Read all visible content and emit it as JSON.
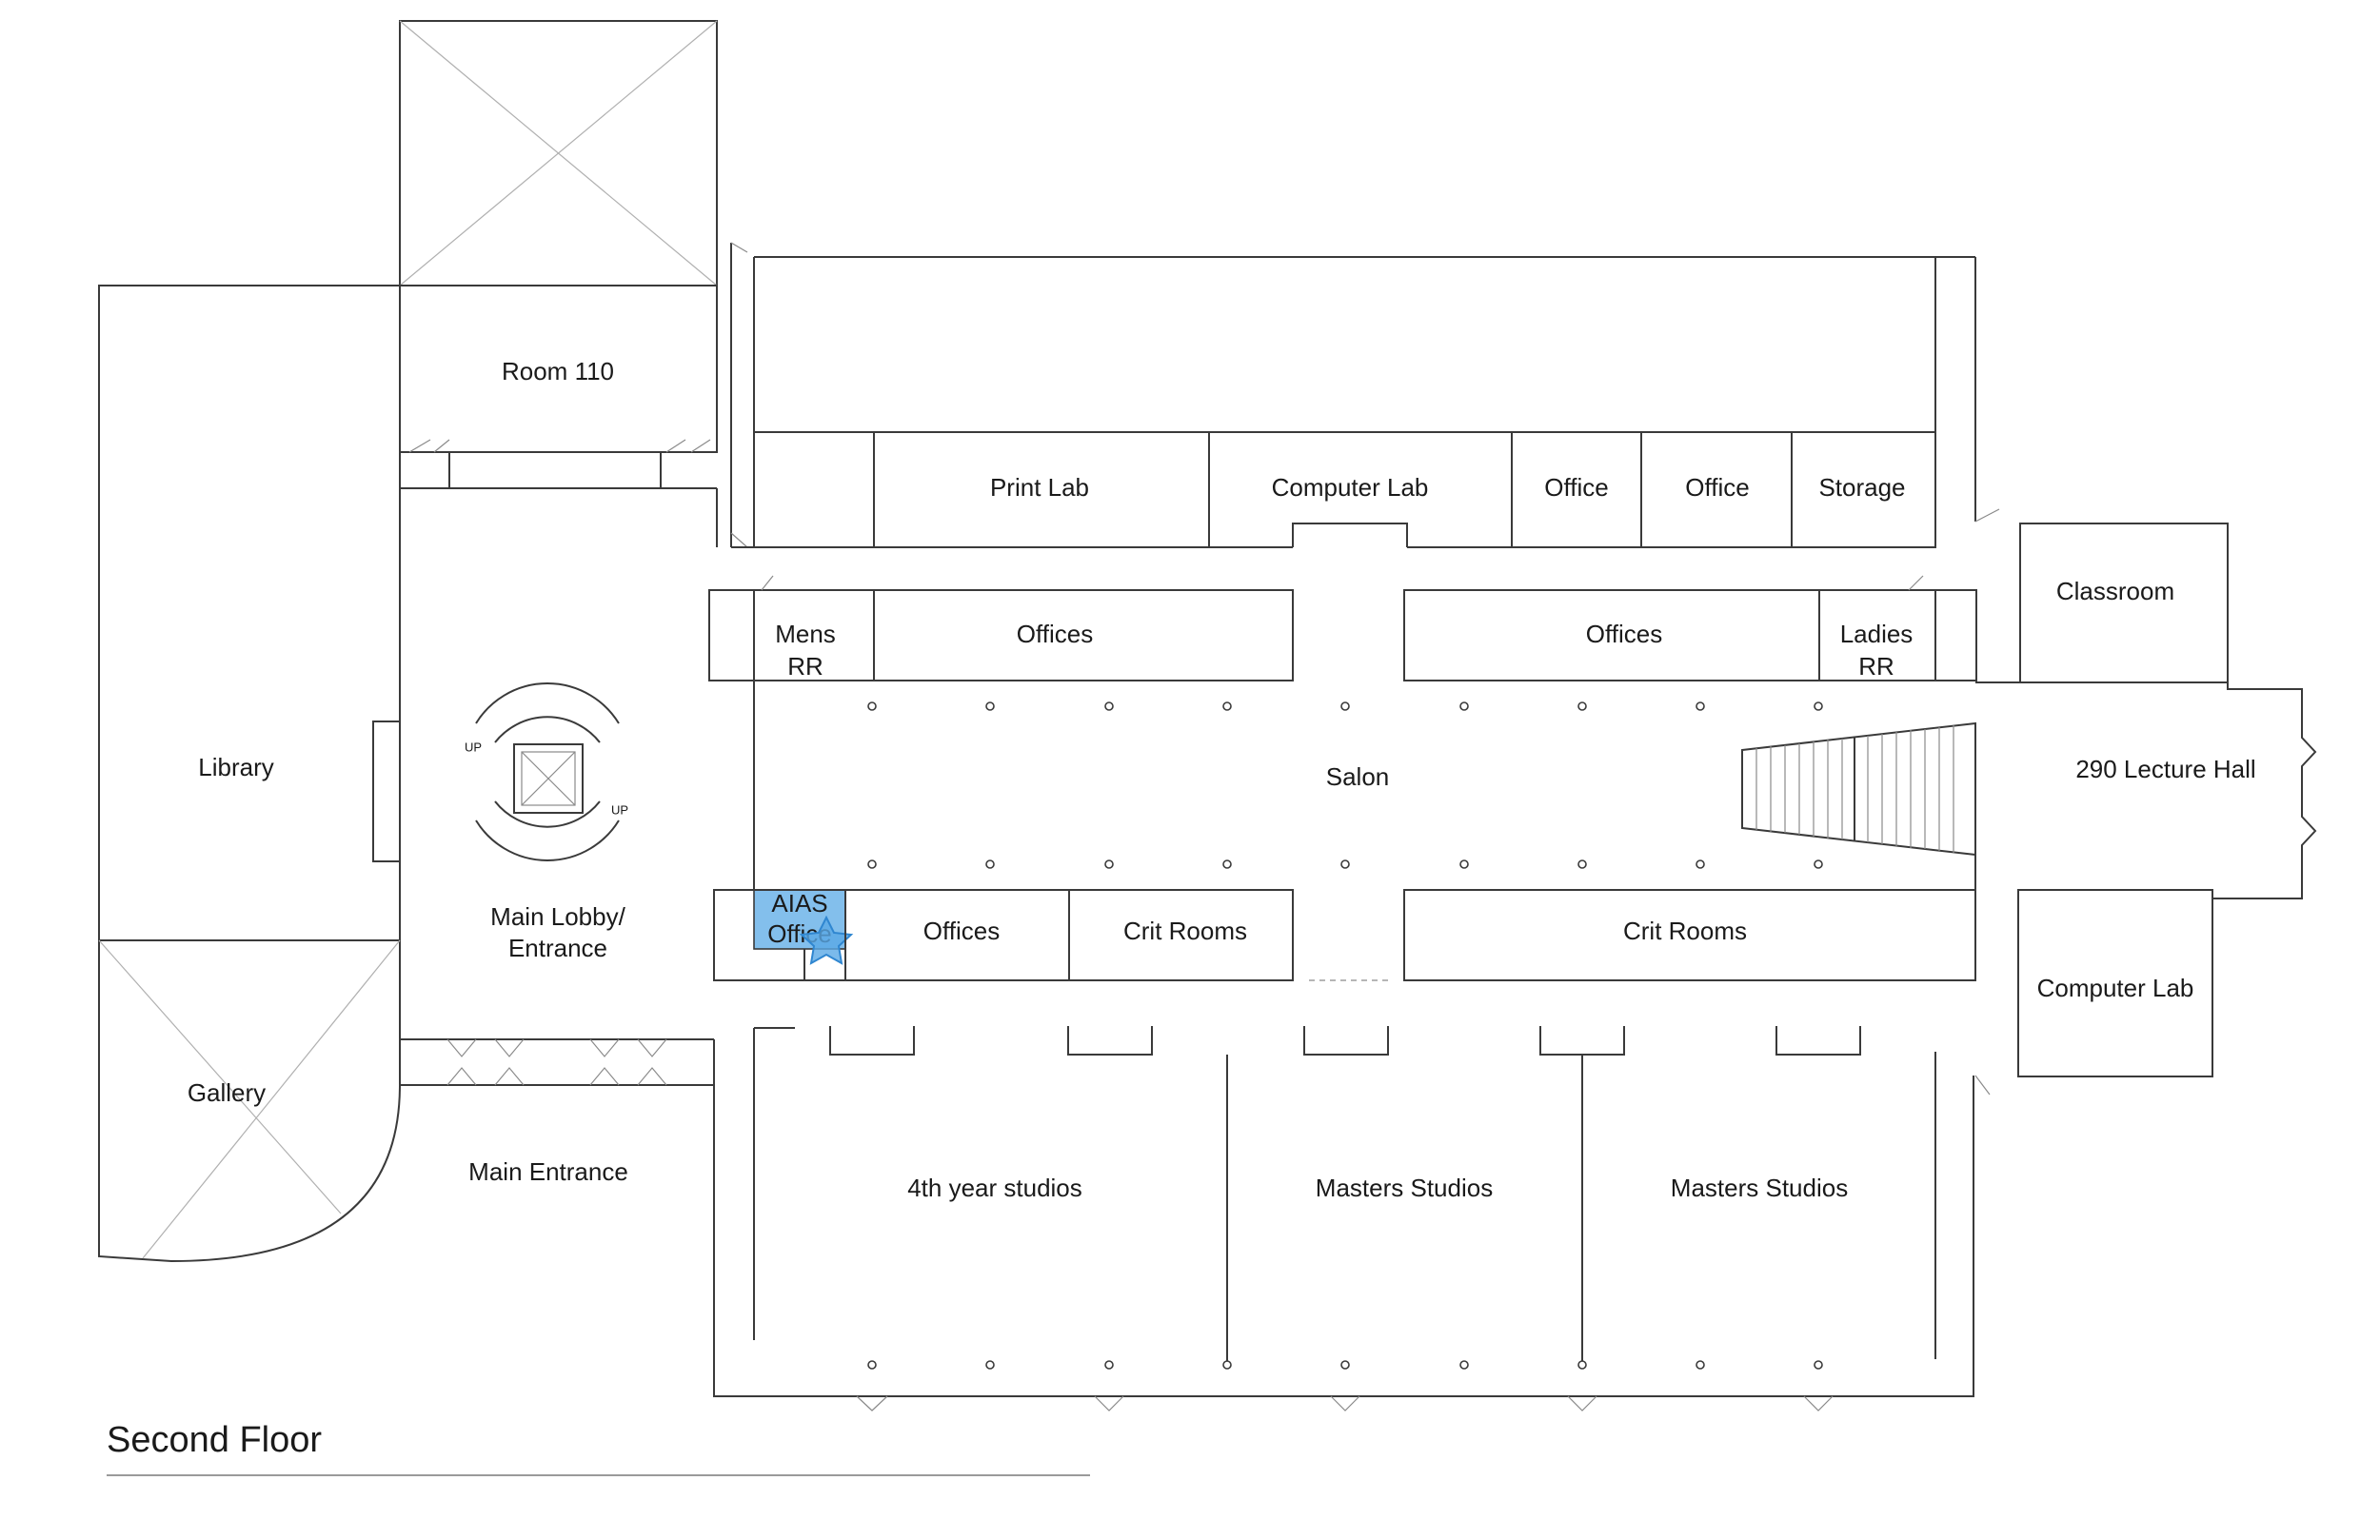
{
  "floor": {
    "title": "Second Floor",
    "highlight_color": "#5aa9e6",
    "marker_icon": "star-icon"
  },
  "rooms": {
    "room_110": "Room 110",
    "library": "Library",
    "gallery": "Gallery",
    "main_lobby_1": "Main Lobby/",
    "main_lobby_2": "Entrance",
    "main_entrance": "Main Entrance",
    "print_lab": "Print Lab",
    "computer_lab_top": "Computer Lab",
    "office_1": "Office",
    "office_2": "Office",
    "storage": "Storage",
    "classroom": "Classroom",
    "mens_rr_1": "Mens",
    "mens_rr_2": "RR",
    "offices_top_left": "Offices",
    "offices_top_right": "Offices",
    "ladies_rr_1": "Ladies",
    "ladies_rr_2": "RR",
    "salon": "Salon",
    "lecture_hall": "290 Lecture Hall",
    "aias_office_1": "AIAS",
    "aias_office_2": "Office",
    "offices_bottom": "Offices",
    "crit_rooms_left": "Crit Rooms",
    "crit_rooms_right": "Crit Rooms",
    "computer_lab_right": "Computer Lab",
    "fourth_year_studios": "4th year studios",
    "masters_studios_1": "Masters Studios",
    "masters_studios_2": "Masters Studios"
  },
  "stairs": {
    "up_1": "UP",
    "up_2": "UP"
  }
}
